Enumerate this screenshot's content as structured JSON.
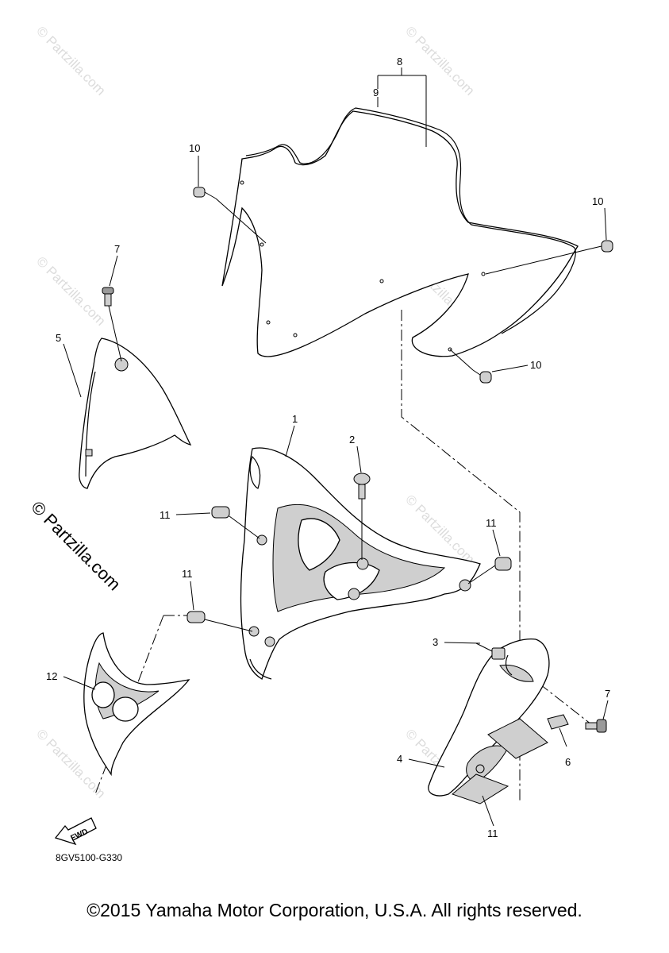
{
  "diagram_code": "8GV5100-G330",
  "copyright": "©2015 Yamaha Motor Corporation, U.S.A. All rights reserved.",
  "watermark": "© Partzilla.com",
  "watermark_large": "© Partzilla.com",
  "fwd_label": "FWD",
  "callouts": {
    "c1": "1",
    "c2": "2",
    "c3": "3",
    "c4": "4",
    "c5": "5",
    "c6": "6",
    "c7a": "7",
    "c7b": "7",
    "c8": "8",
    "c9": "9",
    "c10a": "10",
    "c10b": "10",
    "c10c": "10",
    "c11a": "11",
    "c11b": "11",
    "c11c": "11",
    "c11d": "11",
    "c12": "12"
  }
}
